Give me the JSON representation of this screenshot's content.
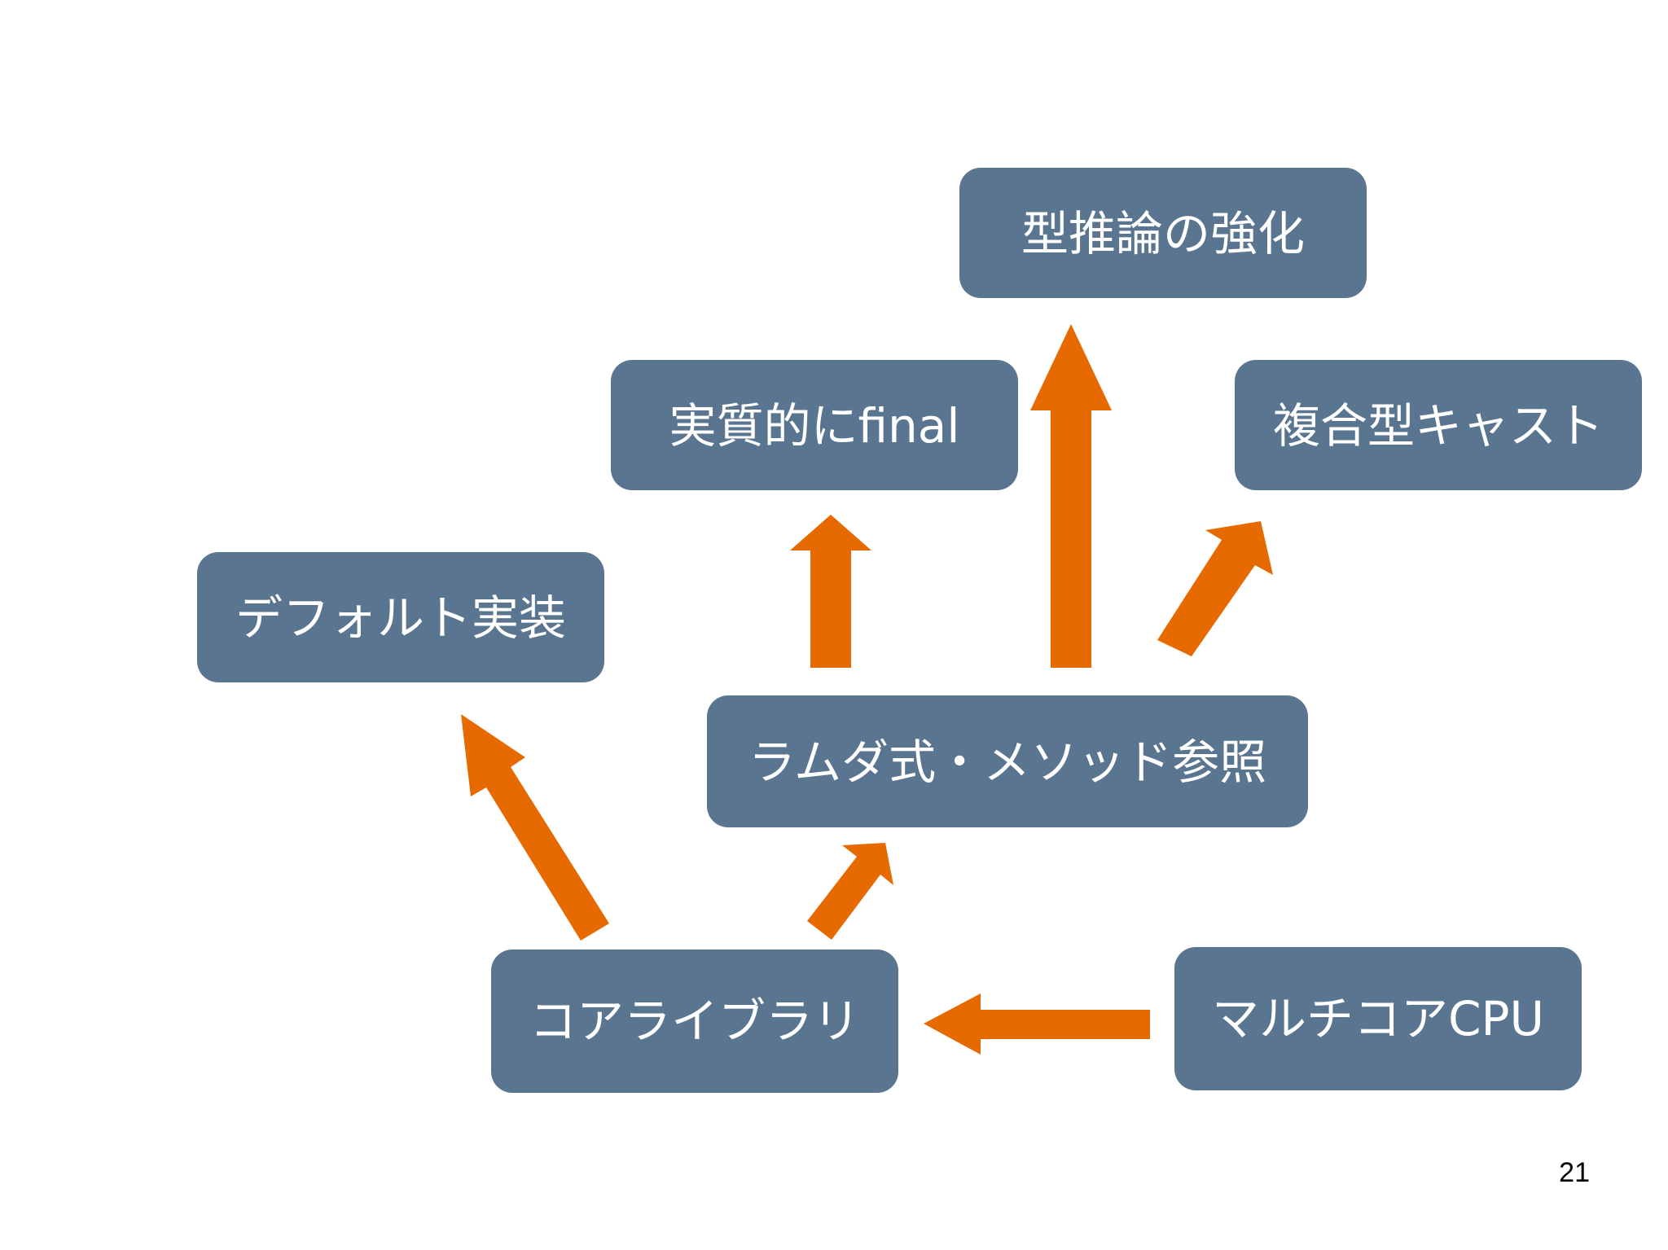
{
  "diagram": {
    "nodes": [
      {
        "id": "type-inference",
        "label": "型推論の強化"
      },
      {
        "id": "effectively-final",
        "label": "実質的にfinal"
      },
      {
        "id": "intersection-cast",
        "label": "複合型キャスト"
      },
      {
        "id": "default-impl",
        "label": "デフォルト実装"
      },
      {
        "id": "lambda-method-ref",
        "label": "ラムダ式・メソッド参照"
      },
      {
        "id": "core-library",
        "label": "コアライブラリ"
      },
      {
        "id": "multicore-cpu",
        "label": "マルチコアCPU"
      }
    ],
    "edges": [
      {
        "from": "multicore-cpu",
        "to": "core-library"
      },
      {
        "from": "core-library",
        "to": "default-impl"
      },
      {
        "from": "core-library",
        "to": "lambda-method-ref"
      },
      {
        "from": "lambda-method-ref",
        "to": "effectively-final"
      },
      {
        "from": "lambda-method-ref",
        "to": "type-inference"
      },
      {
        "from": "lambda-method-ref",
        "to": "intersection-cast"
      }
    ]
  },
  "colors": {
    "node_fill": "#5a7590",
    "node_text": "#ffffff",
    "arrow": "#e66a00",
    "background": "#ffffff"
  },
  "page_number": "21"
}
